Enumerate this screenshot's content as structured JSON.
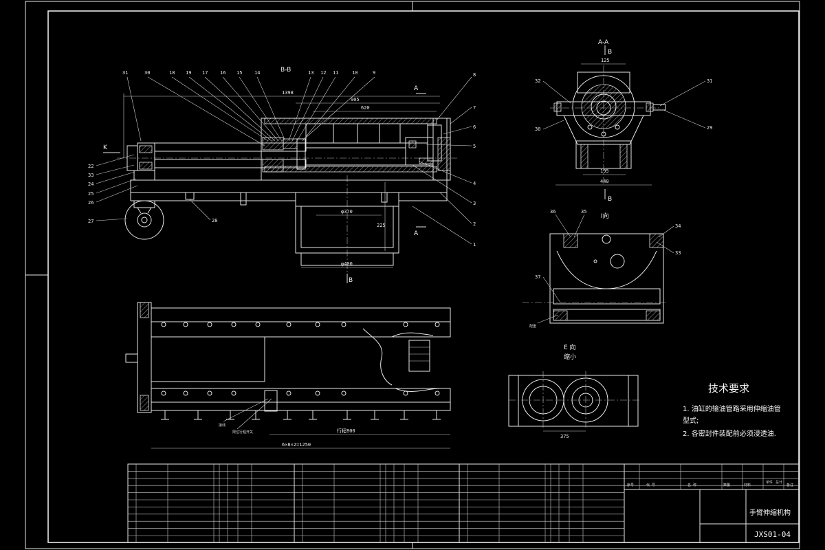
{
  "views": {
    "section_bb": "B-B",
    "section_aa": "A-A",
    "view_i": "I向",
    "view_e": "E 向",
    "view_e_sub": "缩小",
    "cut_a_top": "A",
    "cut_a_bottom": "A",
    "cut_b_top": "B",
    "cut_b_bottom": "B",
    "cut_b_main": "B",
    "view_k": "K"
  },
  "dimensions": {
    "overall": "1398",
    "d905": "905",
    "d620": "620",
    "d270": "φ370",
    "d400": "φ400",
    "d225": "225",
    "d125": "125",
    "d195": "195",
    "d440": "440",
    "d375": "375",
    "stroke": "行程800",
    "span": "6×8×2=1250"
  },
  "part_numbers_top": [
    "31",
    "30",
    "18",
    "19",
    "17",
    "16",
    "15",
    "14",
    "13",
    "12",
    "11",
    "10",
    "9"
  ],
  "part_numbers_right": [
    "8",
    "7",
    "6",
    "5",
    "4",
    "3",
    "2",
    "1"
  ],
  "part_numbers_left": [
    "22",
    "33",
    "24",
    "25",
    "26",
    "27",
    "28"
  ],
  "part_numbers_aa": [
    "32",
    "31",
    "30",
    "29"
  ],
  "part_numbers_i": [
    "36",
    "35",
    "34",
    "33",
    "37"
  ],
  "bottom_labels": {
    "label1": "接线",
    "label2": "限位行程开关",
    "label3": "配重"
  },
  "tech_requirements": {
    "title": "技术要求",
    "items": [
      "1. 油缸的输油管路采用伸缩油管",
      "   型式;",
      "2. 各密封件装配前必须浸透油."
    ]
  },
  "title_block": {
    "name": "手臂伸缩机构",
    "drawing_no": "JXS01-04",
    "headers": [
      "序号",
      "代 号",
      "名 称",
      "数量",
      "材料",
      "单件",
      "总计",
      "备注"
    ]
  }
}
